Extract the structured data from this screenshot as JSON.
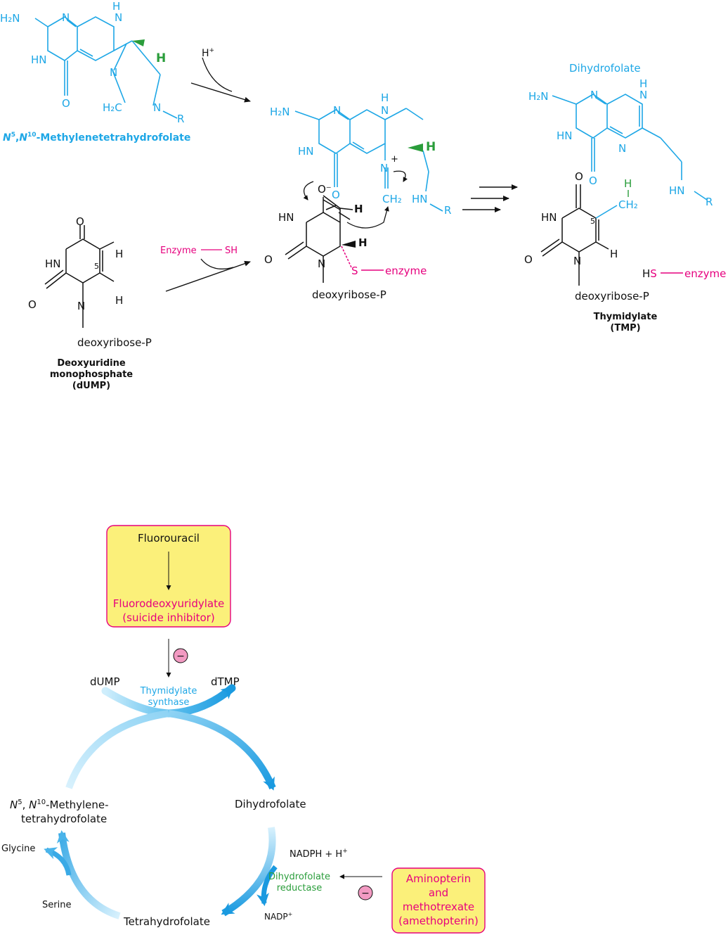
{
  "colors": {
    "folate_blue": "#1ea7e6",
    "enzyme_pink": "#e6007e",
    "hydrogen_green": "#2a9d3b",
    "box_fill": "#fbf07a",
    "box_border": "#e6007e",
    "inhibit_circle": "#f29ac2"
  },
  "mechanism": {
    "methylene_thf_label_n5": "N",
    "methylene_thf_sup5": "5",
    "methylene_thf_comma": ",",
    "methylene_thf_label_n10": "N",
    "methylene_thf_sup10": "10",
    "methylene_thf_rest": "-Methylenetetrahydrofolate",
    "proton": "H",
    "proton_charge": "+",
    "enzyme_sh_left": "Enzyme",
    "enzyme_sh_right": "SH",
    "dump_name_line1": "Deoxyuridine",
    "dump_name_line2": "monophosphate",
    "dump_name_line3": "(dUMP)",
    "dihydrofolate_label": "Dihydrofolate",
    "tmp_name_line1": "Thymidylate",
    "tmp_name_line2": "(TMP)",
    "deoxyribose": "deoxyribose-P",
    "s_enzyme_s": "S",
    "s_enzyme_text": "enzyme",
    "hs_enzyme_h": "H",
    "hs_enzyme_s": "S",
    "hs_enzyme_text": "enzyme",
    "atoms": {
      "h2n": "H₂N",
      "n": "N",
      "h": "H",
      "hn": "HN",
      "o": "O",
      "h2c": "H₂C",
      "ch2": "CH₂",
      "r": "R",
      "o_minus": "O⁻",
      "plus": "+",
      "five": "5",
      "n_r": "N"
    }
  },
  "pathway": {
    "fluorouracil": "Fluorouracil",
    "fdump_line1": "Fluorodeoxyuridylate",
    "fdump_line2": "(suicide inhibitor)",
    "inhibit_symbol": "−",
    "dump": "dUMP",
    "dtmp": "dTMP",
    "ts_line1": "Thymidylate",
    "ts_line2": "synthase",
    "mthf_n5": "N",
    "mthf_sup5": "5",
    "mthf_mid": ", ",
    "mthf_n10": "N",
    "mthf_sup10": "10",
    "mthf_rest": "-Methylene-",
    "mthf_line2": "tetrahydrofolate",
    "dihydrofolate": "Dihydrofolate",
    "nadph": "NADPH + H",
    "nadph_sup": "+",
    "dhfr_line1": "Dihydrofolate",
    "dhfr_line2": "reductase",
    "nadp": "NADP",
    "nadp_sup": "+",
    "glycine": "Glycine",
    "serine": "Serine",
    "thf": "Tetrahydrofolate",
    "mtx_line1": "Aminopterin",
    "mtx_line2": "and",
    "mtx_line3": "methotrexate",
    "mtx_line4": "(amethopterin)"
  }
}
